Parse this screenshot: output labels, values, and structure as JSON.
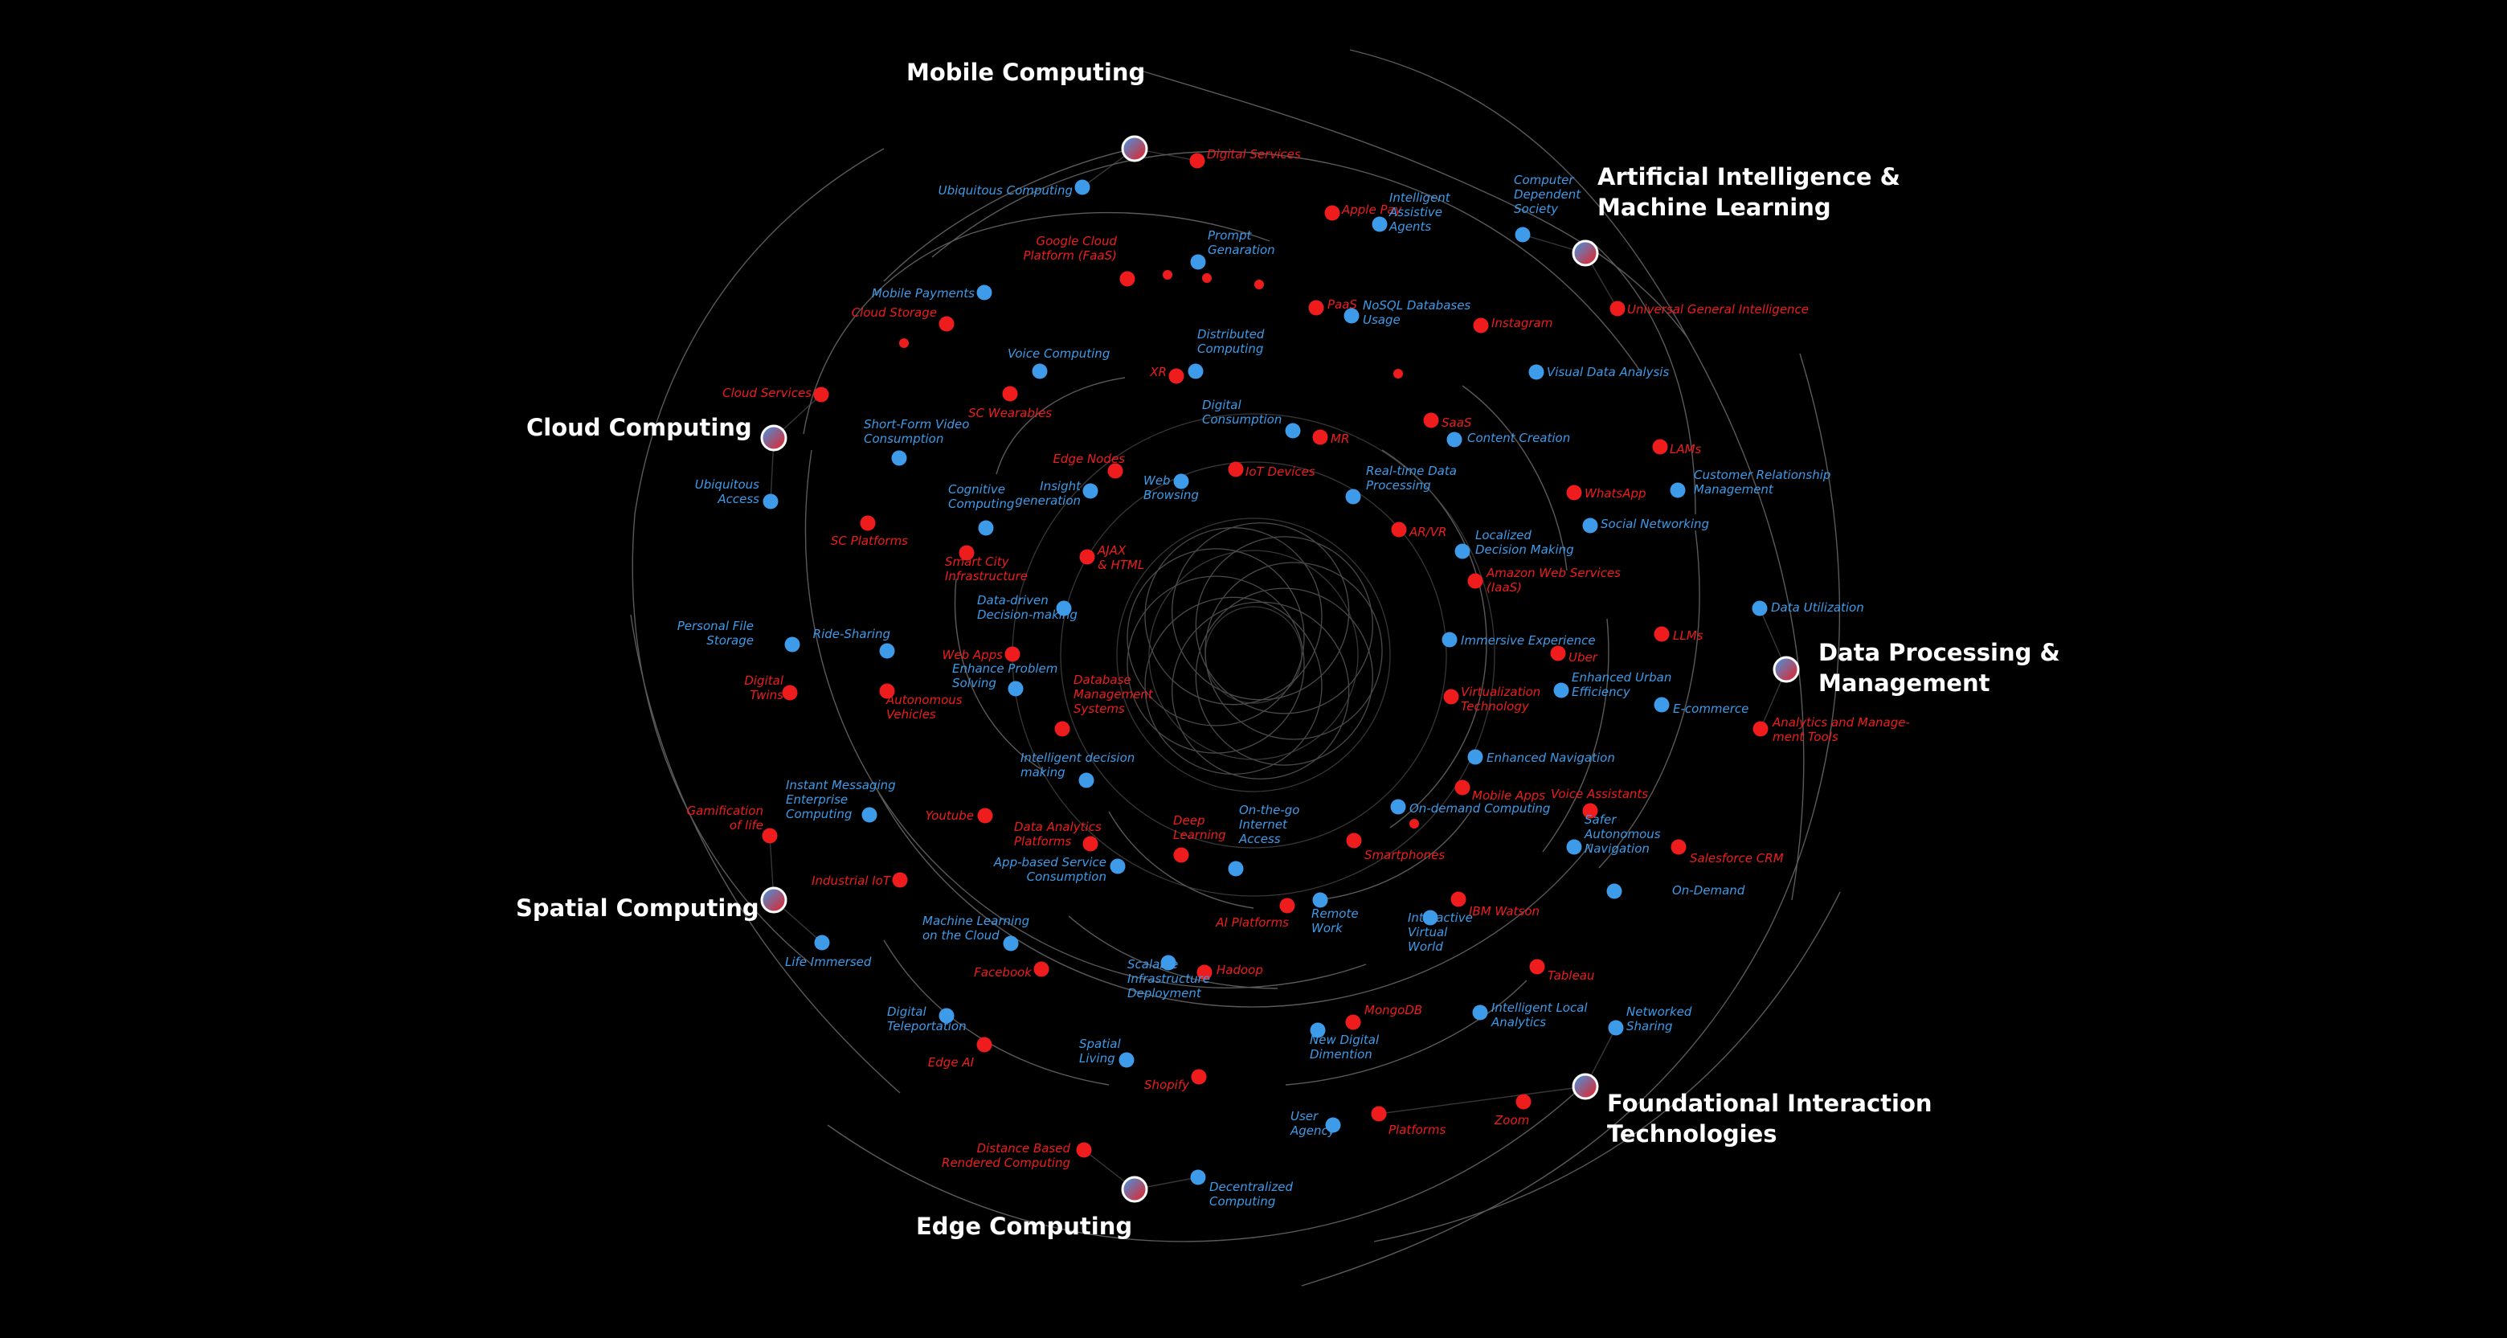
{
  "colors": {
    "background": "#000000",
    "blue": "#3d9be9",
    "red": "#ee1c1c",
    "lines": "#5a5a5a",
    "category_text": "#ffffff"
  },
  "categories": [
    {
      "id": "mobile",
      "label": [
        "Mobile Computing"
      ]
    },
    {
      "id": "ai",
      "label": [
        "Artificial Intelligence &",
        "Machine Learning"
      ]
    },
    {
      "id": "cloud",
      "label": [
        "Cloud Computing"
      ]
    },
    {
      "id": "dp",
      "label": [
        "Data Processing &",
        "Management"
      ]
    },
    {
      "id": "spatial",
      "label": [
        "Spatial Computing"
      ]
    },
    {
      "id": "foundational",
      "label": [
        "Foundational Interaction",
        "Technologies"
      ]
    },
    {
      "id": "edge",
      "label": [
        "Edge Computing"
      ]
    }
  ],
  "nodes": [
    {
      "c": "red",
      "t": [
        "Digital Services"
      ]
    },
    {
      "c": "blue",
      "t": [
        "Ubiquitous Computing"
      ]
    },
    {
      "c": "red",
      "t": [
        "Apple Pay"
      ]
    },
    {
      "c": "blue",
      "t": [
        "Intelligent",
        "Assistive",
        "Agents"
      ]
    },
    {
      "c": "blue",
      "t": [
        "Computer",
        "Dependent",
        "Society"
      ]
    },
    {
      "c": "red",
      "t": [
        "Google Cloud",
        "Platform (FaaS)"
      ]
    },
    {
      "c": "blue",
      "t": [
        "Prompt",
        "Genaration"
      ]
    },
    {
      "c": "blue",
      "t": [
        "Mobile Payments"
      ]
    },
    {
      "c": "red",
      "t": [
        "Cloud Storage"
      ]
    },
    {
      "c": "red",
      "t": [
        "PaaS"
      ]
    },
    {
      "c": "blue",
      "t": [
        "NoSQL Databases",
        "Usage"
      ]
    },
    {
      "c": "red",
      "t": [
        "Instagram"
      ]
    },
    {
      "c": "red",
      "t": [
        "Universal General Intelligence"
      ]
    },
    {
      "c": "blue",
      "t": [
        "Voice Computing"
      ]
    },
    {
      "c": "red",
      "t": [
        "XR"
      ]
    },
    {
      "c": "blue",
      "t": [
        "Distributed",
        "Computing"
      ]
    },
    {
      "c": "blue",
      "t": [
        "Visual Data Analysis"
      ]
    },
    {
      "c": "red",
      "t": [
        "Cloud Services"
      ]
    },
    {
      "c": "red",
      "t": [
        "SC Wearables"
      ]
    },
    {
      "c": "blue",
      "t": [
        "Digital",
        "Consumption"
      ]
    },
    {
      "c": "red",
      "t": [
        "MR"
      ]
    },
    {
      "c": "red",
      "t": [
        "SaaS"
      ]
    },
    {
      "c": "blue",
      "t": [
        "Content Creation"
      ]
    },
    {
      "c": "blue",
      "t": [
        "Short-Form Video",
        "Consumption"
      ]
    },
    {
      "c": "red",
      "t": [
        "Edge Nodes"
      ]
    },
    {
      "c": "red",
      "t": [
        "IoT Devices"
      ]
    },
    {
      "c": "red",
      "t": [
        "LAMs"
      ]
    },
    {
      "c": "blue",
      "t": [
        "Ubiquitous",
        "Access"
      ]
    },
    {
      "c": "blue",
      "t": [
        "Insight",
        "generation"
      ]
    },
    {
      "c": "blue",
      "t": [
        "Web",
        "Browsing"
      ]
    },
    {
      "c": "blue",
      "t": [
        "Real-time Data",
        "Processing"
      ]
    },
    {
      "c": "red",
      "t": [
        "WhatsApp"
      ]
    },
    {
      "c": "blue",
      "t": [
        "Customer Relationship",
        "Management"
      ]
    },
    {
      "c": "red",
      "t": [
        "SC Platforms"
      ]
    },
    {
      "c": "blue",
      "t": [
        "Cognitive",
        "Computing"
      ]
    },
    {
      "c": "red",
      "t": [
        "AR/VR"
      ]
    },
    {
      "c": "blue",
      "t": [
        "Social Networking"
      ]
    },
    {
      "c": "red",
      "t": [
        "Smart City",
        "Infrastructure"
      ]
    },
    {
      "c": "red",
      "t": [
        "AJAX",
        "& HTML"
      ]
    },
    {
      "c": "blue",
      "t": [
        "Localized",
        "Decision Making"
      ]
    },
    {
      "c": "red",
      "t": [
        "Amazon Web Services",
        "(IaaS)"
      ]
    },
    {
      "c": "blue",
      "t": [
        "Data-driven",
        "Decision-making"
      ]
    },
    {
      "c": "blue",
      "t": [
        "Data Utilization"
      ]
    },
    {
      "c": "blue",
      "t": [
        "Personal File",
        "Storage"
      ]
    },
    {
      "c": "blue",
      "t": [
        "Ride-Sharing"
      ]
    },
    {
      "c": "red",
      "t": [
        "Web Apps"
      ]
    },
    {
      "c": "blue",
      "t": [
        "Immersive Experience"
      ]
    },
    {
      "c": "red",
      "t": [
        "Uber"
      ]
    },
    {
      "c": "red",
      "t": [
        "LLMs"
      ]
    },
    {
      "c": "blue",
      "t": [
        "Enhance Problem",
        "Solving"
      ]
    },
    {
      "c": "red",
      "t": [
        "Digital",
        "Twins"
      ]
    },
    {
      "c": "red",
      "t": [
        "Autonomous",
        "Vehicles"
      ]
    },
    {
      "c": "red",
      "t": [
        "Database",
        "Management",
        "Systems"
      ]
    },
    {
      "c": "red",
      "t": [
        "Virtualization",
        "Technology"
      ]
    },
    {
      "c": "blue",
      "t": [
        "Enhanced Urban",
        "Efficiency"
      ]
    },
    {
      "c": "blue",
      "t": [
        "E-commerce"
      ]
    },
    {
      "c": "red",
      "t": [
        "Analytics and Manage-",
        "ment Tools"
      ]
    },
    {
      "c": "blue",
      "t": [
        "Intelligent decision",
        "making"
      ]
    },
    {
      "c": "blue",
      "t": [
        "Enhanced Navigation"
      ]
    },
    {
      "c": "blue",
      "t": [
        "Instant Messaging",
        "Enterprise",
        "Computing"
      ]
    },
    {
      "c": "red",
      "t": [
        "Mobile Apps"
      ]
    },
    {
      "c": "red",
      "t": [
        "Voice Assistants"
      ]
    },
    {
      "c": "red",
      "t": [
        "Gamification",
        "of life"
      ]
    },
    {
      "c": "red",
      "t": [
        "Youtube"
      ]
    },
    {
      "c": "blue",
      "t": [
        "On-demand Computing"
      ]
    },
    {
      "c": "red",
      "t": [
        "Data Analytics",
        "Platforms"
      ]
    },
    {
      "c": "red",
      "t": [
        "Deep",
        "Learning"
      ]
    },
    {
      "c": "blue",
      "t": [
        "On-the-go",
        "Internet",
        "Access"
      ]
    },
    {
      "c": "red",
      "t": [
        "Smartphones"
      ]
    },
    {
      "c": "blue",
      "t": [
        "Safer",
        "Autonomous",
        "Navigation"
      ]
    },
    {
      "c": "red",
      "t": [
        "Salesforce CRM"
      ]
    },
    {
      "c": "blue",
      "t": [
        "App-based Service",
        "Consumption"
      ]
    },
    {
      "c": "red",
      "t": [
        "Industrial IoT"
      ]
    },
    {
      "c": "blue",
      "t": [
        "On-Demand"
      ]
    },
    {
      "c": "red",
      "t": [
        "IBM Watson"
      ]
    },
    {
      "c": "red",
      "t": [
        "AI Platforms"
      ]
    },
    {
      "c": "blue",
      "t": [
        "Remote",
        "Work"
      ]
    },
    {
      "c": "blue",
      "t": [
        "Interactive",
        "Virtual",
        "World"
      ]
    },
    {
      "c": "blue",
      "t": [
        "Machine Learning",
        "on the Cloud"
      ]
    },
    {
      "c": "blue",
      "t": [
        "Life Immersed"
      ]
    },
    {
      "c": "red",
      "t": [
        "Facebook"
      ]
    },
    {
      "c": "red",
      "t": [
        "Hadoop"
      ]
    },
    {
      "c": "blue",
      "t": [
        "Scalable",
        "Infrastructure",
        "Deployment"
      ]
    },
    {
      "c": "red",
      "t": [
        "Tableau"
      ]
    },
    {
      "c": "red",
      "t": [
        "MongoDB"
      ]
    },
    {
      "c": "blue",
      "t": [
        "Intelligent Local",
        "Analytics"
      ]
    },
    {
      "c": "blue",
      "t": [
        "Digital",
        "Teleportation"
      ]
    },
    {
      "c": "blue",
      "t": [
        "New Digital",
        "Dimention"
      ]
    },
    {
      "c": "blue",
      "t": [
        "Networked",
        "Sharing"
      ]
    },
    {
      "c": "blue",
      "t": [
        "Spatial",
        "Living"
      ]
    },
    {
      "c": "red",
      "t": [
        "Edge AI"
      ]
    },
    {
      "c": "red",
      "t": [
        "Shopify"
      ]
    },
    {
      "c": "red",
      "t": [
        "Platforms"
      ]
    },
    {
      "c": "red",
      "t": [
        "Zoom"
      ]
    },
    {
      "c": "blue",
      "t": [
        "User",
        "Agency"
      ]
    },
    {
      "c": "red",
      "t": [
        "Distance Based",
        "Rendered Computing"
      ]
    },
    {
      "c": "blue",
      "t": [
        "Decentralized",
        "Computing"
      ]
    }
  ]
}
